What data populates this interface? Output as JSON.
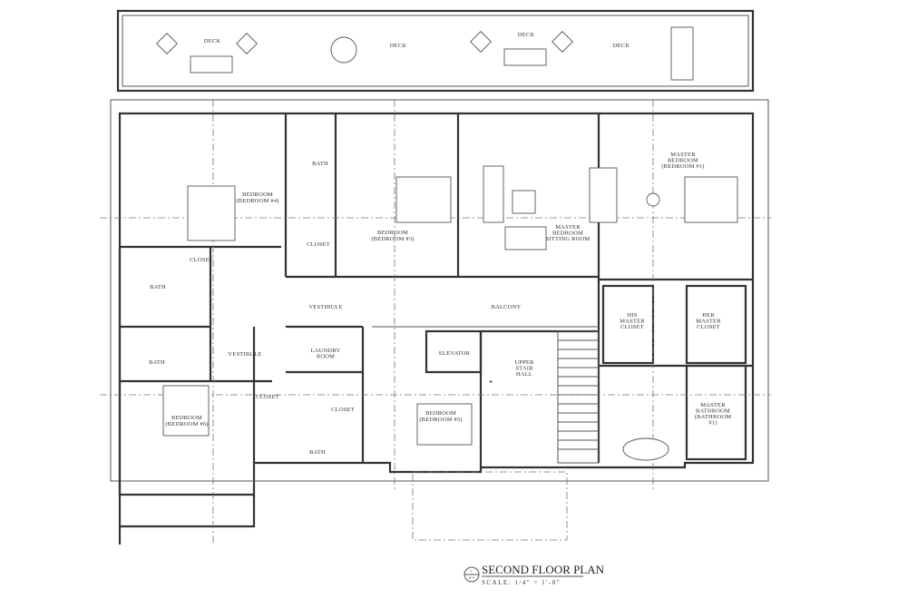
{
  "title": "SECOND FLOOR PLAN",
  "scale": "SCALE: 1/4\" = 1'-0\"",
  "sheet_ref": {
    "number": "1",
    "sheet": "A-5"
  },
  "rooms": {
    "deck1": [
      "DECK"
    ],
    "deck2": [
      "DECK"
    ],
    "deck3": [
      "DECK"
    ],
    "deck4": [
      "DECK"
    ],
    "bedroom4": [
      "BEDROOM",
      "(BEDROOM #4)"
    ],
    "bath_top": [
      "BATH"
    ],
    "closet_top": [
      "CLOSET"
    ],
    "bedroom3": [
      "BEDROOM",
      "(BEDROOM #3)"
    ],
    "sitting": [
      "MASTER",
      "BEDROOM",
      "SITTING ROOM"
    ],
    "master_bed": [
      "MASTER",
      "BEDROOM",
      "(BEDROOM #1)"
    ],
    "closet_left": [
      "CLOSET"
    ],
    "bath_left1": [
      "BATH"
    ],
    "vestibule1": [
      "VESTIBULE"
    ],
    "balcony": [
      "BALCONY"
    ],
    "his_closet": [
      "HIS",
      "MASTER",
      "CLOSET"
    ],
    "her_closet": [
      "HER",
      "MASTER",
      "CLOSET"
    ],
    "vestibule2": [
      "VESTIBULE"
    ],
    "laundry": [
      "LAUNDRY",
      "ROOM"
    ],
    "elevator": [
      "ELEVATOR"
    ],
    "stair_hall": [
      "UPPER",
      "STAIR",
      "HALL"
    ],
    "bath_left2": [
      "BATH"
    ],
    "closet_mid1": [
      "CLOSET"
    ],
    "closet_mid2": [
      "CLOSET"
    ],
    "bedroom5": [
      "BEDROOM",
      "(BEDROOM #5)"
    ],
    "bedroom6": [
      "BEDROOM",
      "(BEDROOM #6)"
    ],
    "master_bath": [
      "MASTER",
      "BATHROOM",
      "(BATHROOM",
      "#1)"
    ],
    "bath_bottom": [
      "BATH"
    ]
  }
}
